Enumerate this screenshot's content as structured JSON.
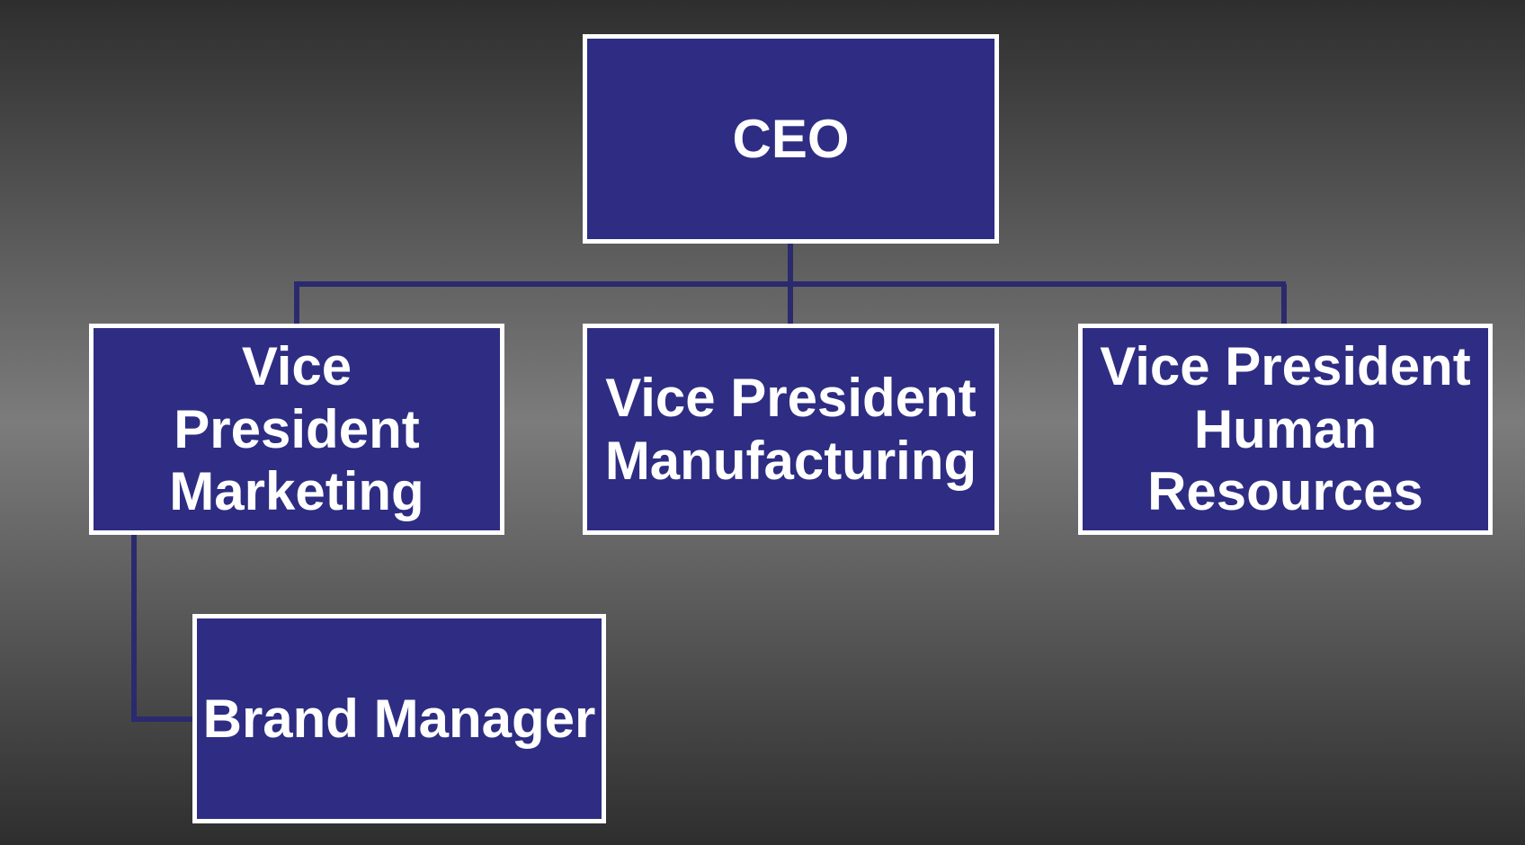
{
  "colors": {
    "background_edge": "#2e2e2e",
    "background_center": "#7c7c7c",
    "box_fill": "#2e2d83",
    "box_border": "#ffffff",
    "connector": "#2b2a6e",
    "text": "#ffffff"
  },
  "org_chart": {
    "ceo": {
      "label": "CEO"
    },
    "vp_marketing": {
      "line1": "Vice",
      "line2": "President",
      "line3": "Marketing"
    },
    "vp_manufacturing": {
      "line1": "Vice President",
      "line2": "Manufacturing"
    },
    "vp_hr": {
      "line1": "Vice President",
      "line2": "Human",
      "line3": "Resources"
    },
    "brand_manager": {
      "label": "Brand Manager"
    }
  }
}
